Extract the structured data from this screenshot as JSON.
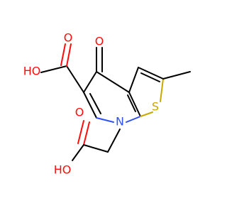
{
  "molecule": {
    "atoms": {
      "oxo_o": "O",
      "acid1_ho": "HO",
      "acid1_o": "O",
      "ring_n": "N",
      "ring_s": "S",
      "acid2_o": "O",
      "acid2_ho": "HO"
    },
    "colors": {
      "carbon_bond": "#000000",
      "oxygen": "#ff0d0d",
      "nitrogen": "#3050f8",
      "sulfur": "#c8a800"
    }
  }
}
